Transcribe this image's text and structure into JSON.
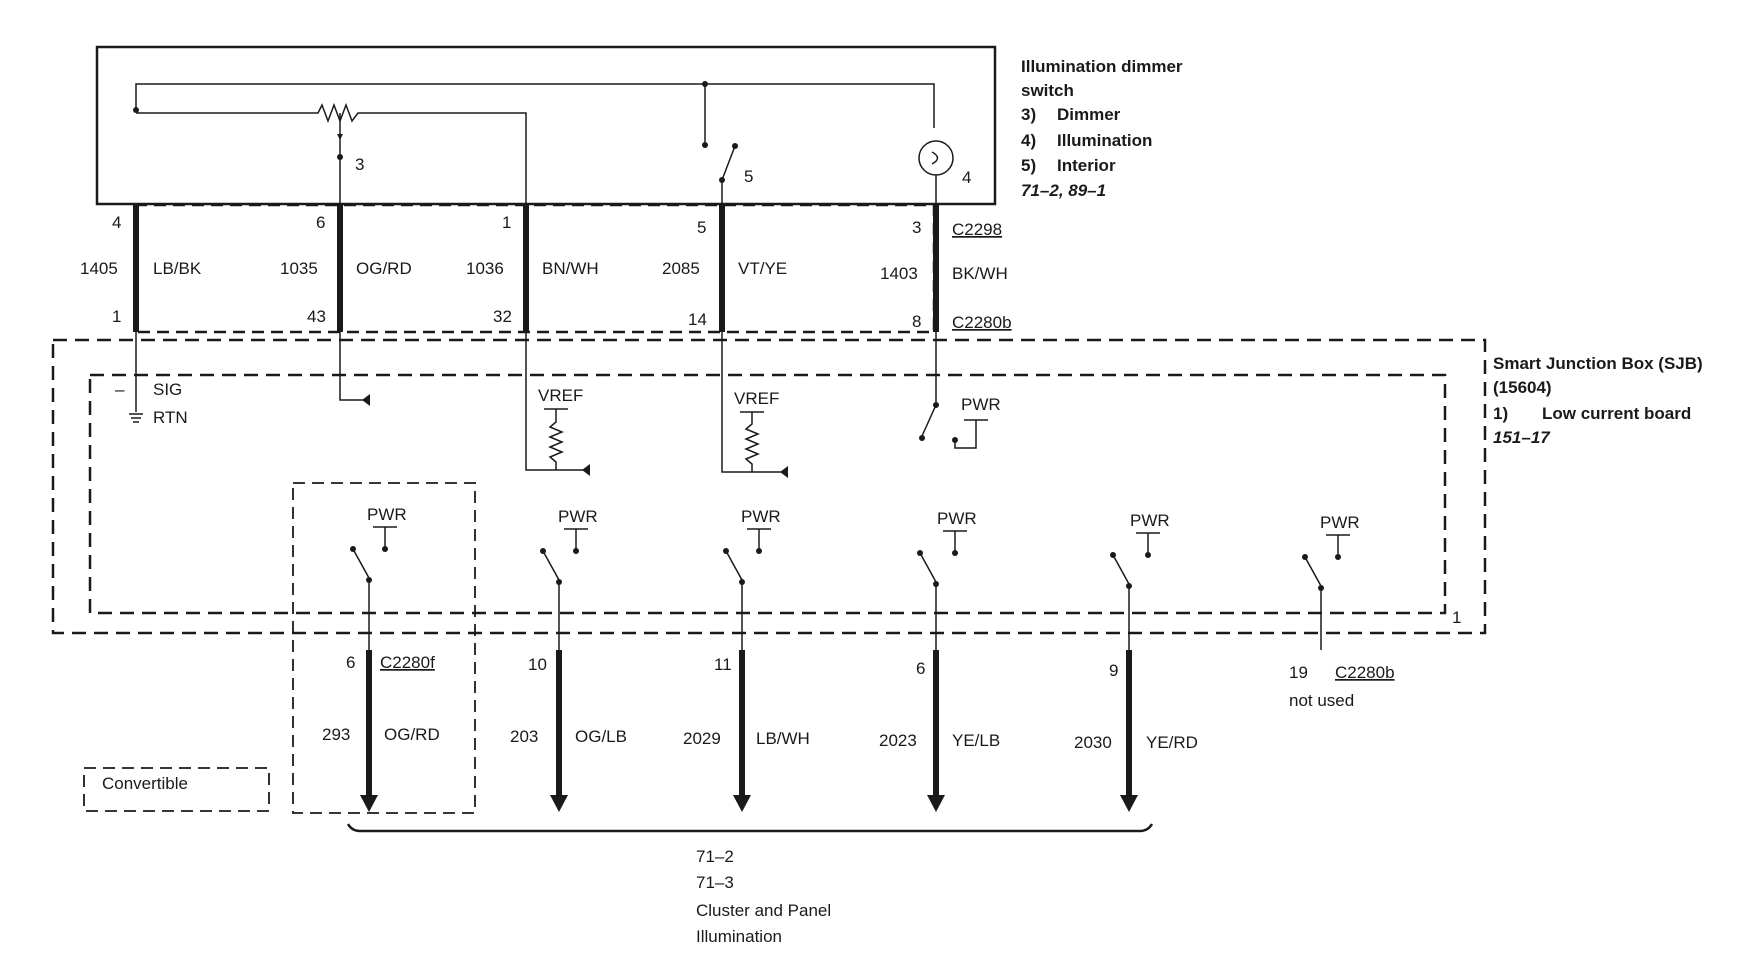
{
  "switch_box": {
    "title_1": "Illumination dimmer",
    "title_2": "switch",
    "items": [
      {
        "num": "3)",
        "label": "Dimmer"
      },
      {
        "num": "4)",
        "label": "Illumination"
      },
      {
        "num": "5)",
        "label": "Interior"
      }
    ],
    "ref": "71–2, 89–1",
    "pin_labels": [
      "3",
      "5",
      "4"
    ]
  },
  "sjb": {
    "title": "Smart Junction Box (SJB)",
    "part": "(15604)",
    "board_num": "1)",
    "board_label": "Low current board",
    "ref": "151–17",
    "inner_num": "1",
    "sig": "SIG",
    "rtn": "RTN",
    "minus": "–",
    "vref": "VREF",
    "pwr": "PWR"
  },
  "upper_connectors": {
    "top": "C2298",
    "bottom": "C2280b"
  },
  "upper_wires": [
    {
      "top_pin": "4",
      "circuit": "1405",
      "color": "LB/BK",
      "bottom_pin": "1"
    },
    {
      "top_pin": "6",
      "circuit": "1035",
      "color": "OG/RD",
      "bottom_pin": "43"
    },
    {
      "top_pin": "1",
      "circuit": "1036",
      "color": "BN/WH",
      "bottom_pin": "32"
    },
    {
      "top_pin": "5",
      "circuit": "2085",
      "color": "VT/YE",
      "bottom_pin": "14"
    },
    {
      "top_pin": "3",
      "circuit": "1403",
      "color": "BK/WH",
      "bottom_pin": "8"
    }
  ],
  "lower_wires": [
    {
      "pin": "6",
      "connector": "C2280f",
      "circuit": "293",
      "color": "OG/RD"
    },
    {
      "pin": "10",
      "connector": "",
      "circuit": "203",
      "color": "OG/LB"
    },
    {
      "pin": "11",
      "connector": "",
      "circuit": "2029",
      "color": "LB/WH"
    },
    {
      "pin": "6",
      "connector": "",
      "circuit": "2023",
      "color": "YE/LB"
    },
    {
      "pin": "9",
      "connector": "",
      "circuit": "2030",
      "color": "YE/RD"
    }
  ],
  "unused": {
    "pin": "19",
    "connector": "C2280b",
    "note": "not used"
  },
  "convertible_label": "Convertible",
  "destination": {
    "ref_1": "71–2",
    "ref_2": "71–3",
    "label_1": "Cluster and Panel",
    "label_2": "Illumination"
  }
}
